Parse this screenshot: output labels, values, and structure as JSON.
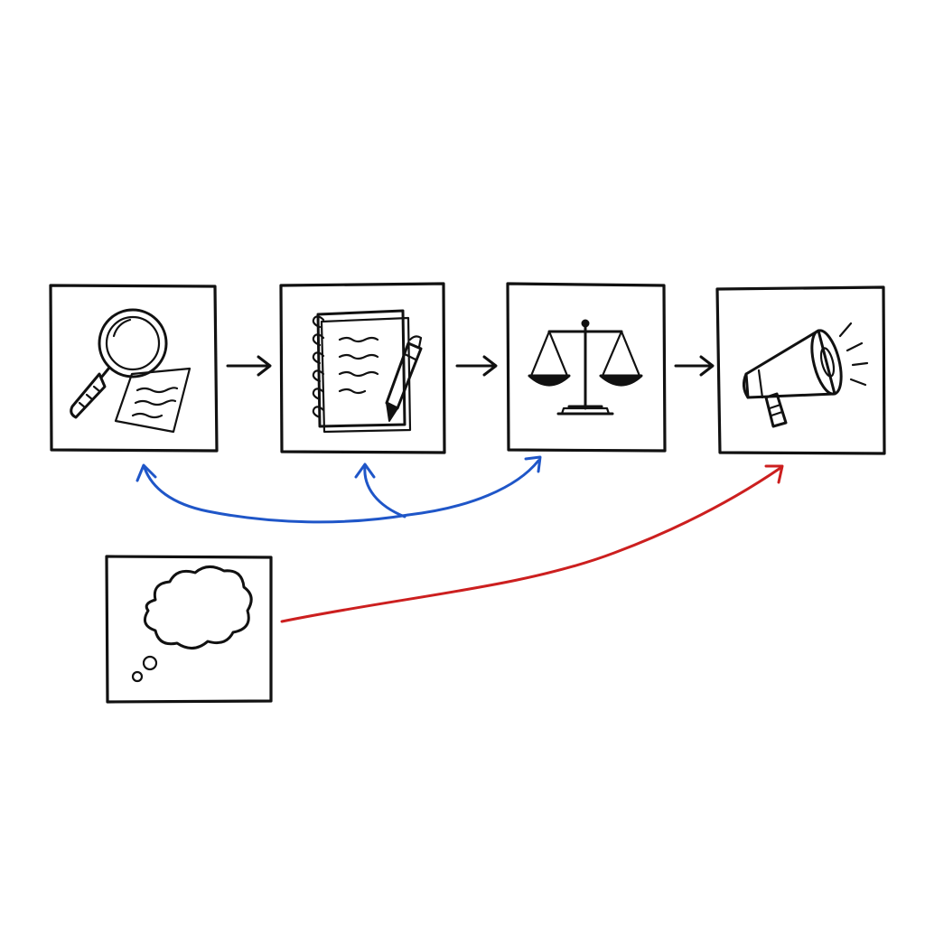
{
  "diagram": {
    "colors": {
      "ink": "#111111",
      "feedback_link": "#1f56c8",
      "idea_link": "#cc1f1f",
      "background": "#ffffff"
    },
    "stages": [
      {
        "id": "research",
        "icon": "magnifier-document-icon"
      },
      {
        "id": "draft",
        "icon": "notebook-pen-icon"
      },
      {
        "id": "evaluate",
        "icon": "balance-scale-icon"
      },
      {
        "id": "publish",
        "icon": "megaphone-icon"
      }
    ],
    "side_box": {
      "id": "idea",
      "icon": "thought-cloud-icon"
    },
    "flow_arrows": [
      {
        "from": "research",
        "to": "draft"
      },
      {
        "from": "draft",
        "to": "evaluate"
      },
      {
        "from": "evaluate",
        "to": "publish"
      }
    ],
    "feedback_links": {
      "color": "blue",
      "targets": [
        "research",
        "draft",
        "evaluate"
      ]
    },
    "idea_link": {
      "color": "red",
      "from": "idea",
      "to": "publish"
    }
  }
}
